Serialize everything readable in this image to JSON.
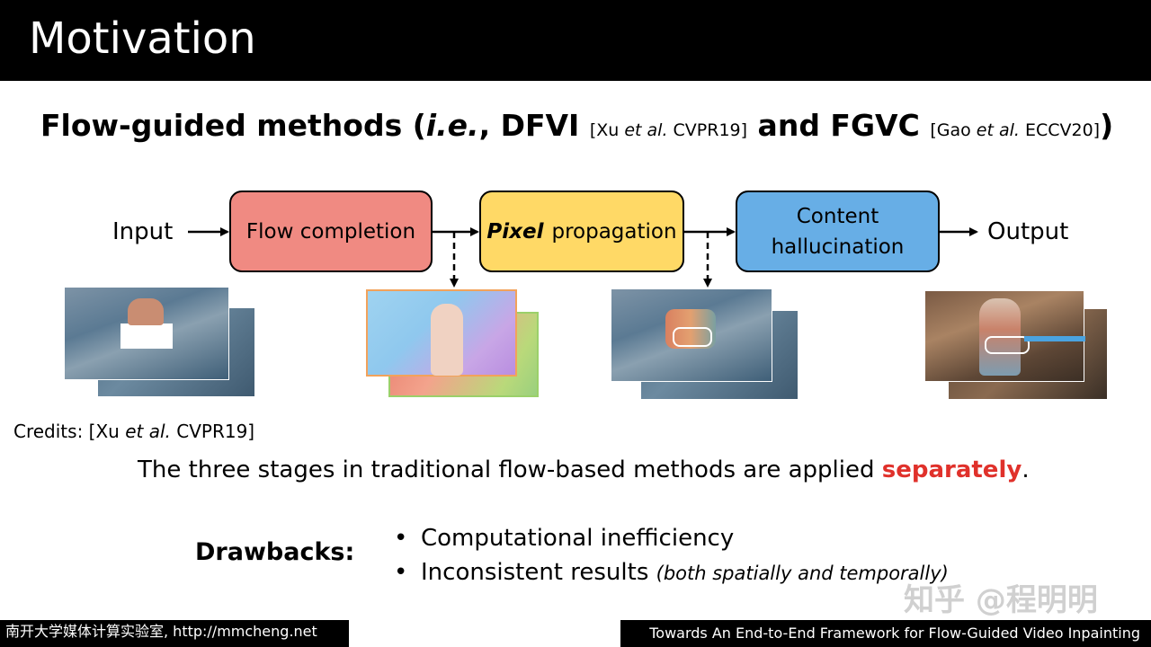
{
  "title": "Motivation",
  "subtitle": {
    "part1": "Flow-guided methods (",
    "ie": "i.e.",
    "part2": ", DFVI ",
    "cite1_pre": "[Xu ",
    "cite1_etal": "et al.",
    "cite1_post": " CVPR19]",
    "part3": " and FGVC ",
    "cite2_pre": "[Gao ",
    "cite2_etal": "et al.",
    "cite2_post": " ECCV20]",
    "part4": ")"
  },
  "pipeline": {
    "input_label": "Input",
    "output_label": "Output",
    "flow_completion": "Flow completion",
    "pixel_bold": "Pixel",
    "pixel_rest": "propagation",
    "content_line1": "Content",
    "content_line2": "hallucination"
  },
  "credits": {
    "pre": "Credits: [Xu ",
    "etal": "et al.",
    "post": " CVPR19]"
  },
  "statement": {
    "text": "The three stages in traditional flow-based methods are applied ",
    "emphasis": "separately",
    "end": "."
  },
  "drawbacks": {
    "label": "Drawbacks:",
    "item1": "Computational inefficiency",
    "item2": "Inconsistent results ",
    "item2_note": "(both spatially and temporally)"
  },
  "watermark": "知乎 @程明明",
  "footer": {
    "left": "南开大学媒体计算实验室, http://mmcheng.net",
    "right": "Towards An End-to-End Framework for Flow-Guided Video Inpainting"
  },
  "colors": {
    "flow_box": "#f08a82",
    "pixel_box": "#ffd966",
    "content_box": "#67aee6",
    "emphasis": "#e0312b"
  }
}
